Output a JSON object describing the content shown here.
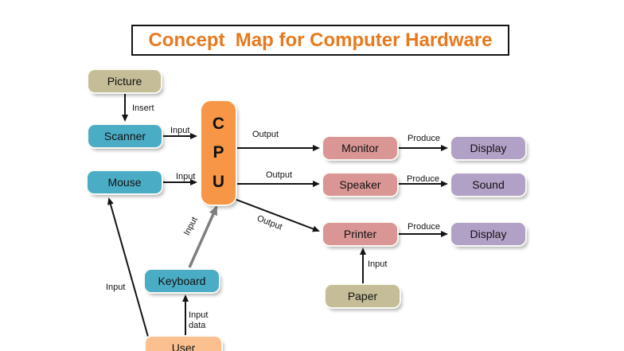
{
  "title": "Concept  Map for Computer Hardware",
  "nodes": {
    "picture": "Picture",
    "scanner": "Scanner",
    "mouse": "Mouse",
    "keyboard": "Keyboard",
    "user": "User",
    "cpu_letters": [
      "C",
      "P",
      "U"
    ],
    "monitor": "Monitor",
    "speaker": "Speaker",
    "printer": "Printer",
    "paper": "Paper",
    "display_top": "Display",
    "sound": "Sound",
    "display_bottom": "Display"
  },
  "edges": {
    "picture_scanner": "Insert",
    "scanner_cpu": "Input",
    "mouse_cpu": "Input",
    "user_mouse": "Input",
    "keyboard_cpu": "Input",
    "user_keyboard_line1": "Input",
    "user_keyboard_line2": "data",
    "paper_printer": "Input",
    "cpu_monitor": "Output",
    "cpu_speaker": "Output",
    "cpu_printer": "Output",
    "monitor_display": "Produce",
    "speaker_sound": "Produce",
    "printer_display": "Produce"
  },
  "colors": {
    "title_text": "#E8791D",
    "input_device": "#4BACC6",
    "media": "#C4BD97",
    "cpu": "#F79646",
    "output_device": "#D99694",
    "result": "#B2A1C7",
    "user": "#FAC090",
    "arrow": "#141414",
    "gray_arrow": "#7F7F7F"
  }
}
